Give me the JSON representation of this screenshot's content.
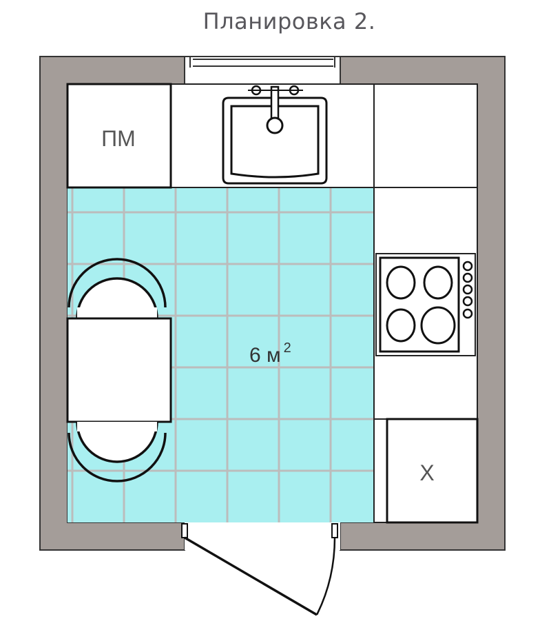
{
  "title": "Планировка 2.",
  "room": {
    "area_value": "6 м",
    "area_superscript": "2"
  },
  "fixtures": {
    "dishwasher_label": "ПМ",
    "fridge_label": "Х"
  },
  "colors": {
    "wall": "#a49d99",
    "floor": "#a9eff0",
    "tile_grid": "#bcbcbc",
    "outline": "#111111",
    "counter": "#ffffff"
  }
}
